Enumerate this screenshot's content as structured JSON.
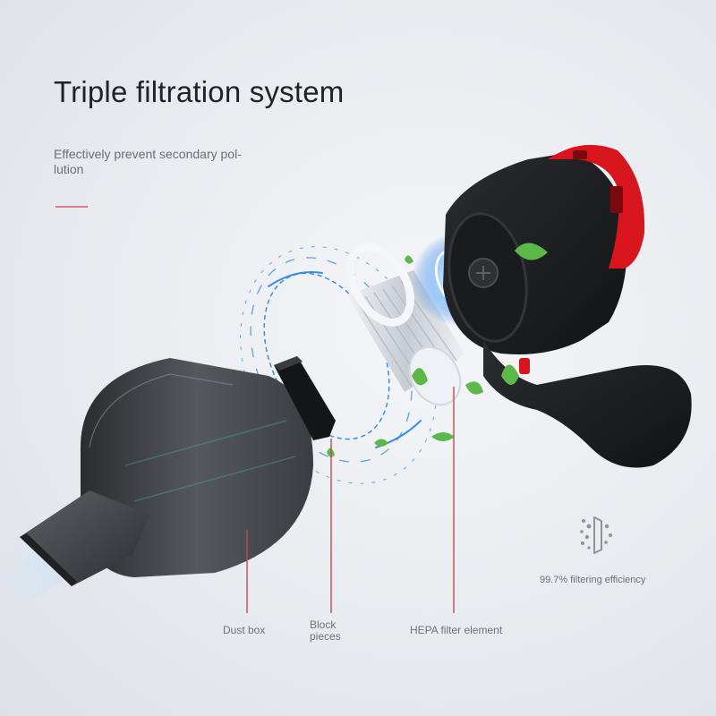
{
  "headline": {
    "title": "Triple filtration system",
    "subtitle_lines": [
      "Effectively prevent secondary pol-",
      "lution"
    ]
  },
  "callouts": {
    "dust_box": "Dust box",
    "block_pieces": [
      "Block",
      "pieces"
    ],
    "hepa": "HEPA filter element"
  },
  "efficiency": {
    "text": "99.7% filtering efficiency",
    "icon": "filter-particles-icon"
  },
  "colors": {
    "accent": "#e07b80",
    "body": "#1c1d20",
    "red_cap": "#d8141c",
    "airflow": "#3b8fe0",
    "leaf": "#5db84a"
  }
}
